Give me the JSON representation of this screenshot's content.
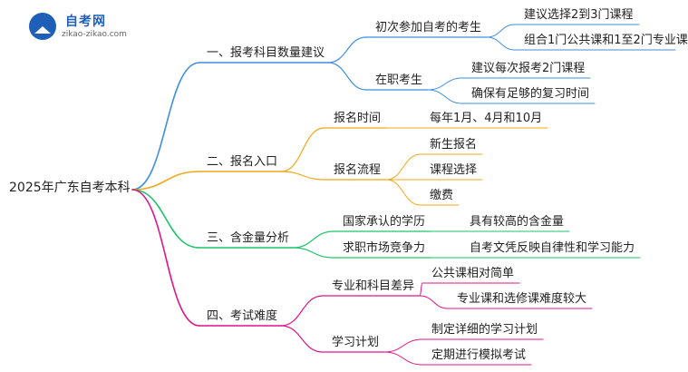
{
  "logo": {
    "name": "自考网",
    "domain": "zikao-zikao.com"
  },
  "mindmap": {
    "root": "2025年广东自考本科",
    "branches": [
      {
        "label": "一、报考科目数量建议",
        "color": "#3f8fdc",
        "children": [
          {
            "label": "初次参加自考的考生",
            "children": [
              "建议选择2到3门课程",
              "组合1门公共课和1至2门专业课"
            ]
          },
          {
            "label": "在职考生",
            "children": [
              "建议每次报考2门课程",
              "确保有足够的复习时间"
            ]
          }
        ]
      },
      {
        "label": "二、报名入口",
        "color": "#f0a818",
        "children": [
          {
            "label": "报名时间",
            "children": [
              "每年1月、4月和10月"
            ]
          },
          {
            "label": "报名流程",
            "children": [
              "新生报名",
              "课程选择",
              "缴费"
            ]
          }
        ]
      },
      {
        "label": "三、含金量分析",
        "color": "#1ec36a",
        "children": [
          {
            "label": "国家承认的学历",
            "children": [
              "具有较高的含金量"
            ]
          },
          {
            "label": "求职市场竞争力",
            "children": [
              "自考文凭反映自律性和学习能力"
            ]
          }
        ]
      },
      {
        "label": "四、考试难度",
        "color": "#e0148a",
        "children": [
          {
            "label": "专业和科目差异",
            "children": [
              "公共课相对简单",
              "专业课和选修课难度较大"
            ]
          },
          {
            "label": "学习计划",
            "children": [
              "制定详细的学习计划",
              "定期进行模拟考试"
            ]
          }
        ]
      }
    ]
  }
}
